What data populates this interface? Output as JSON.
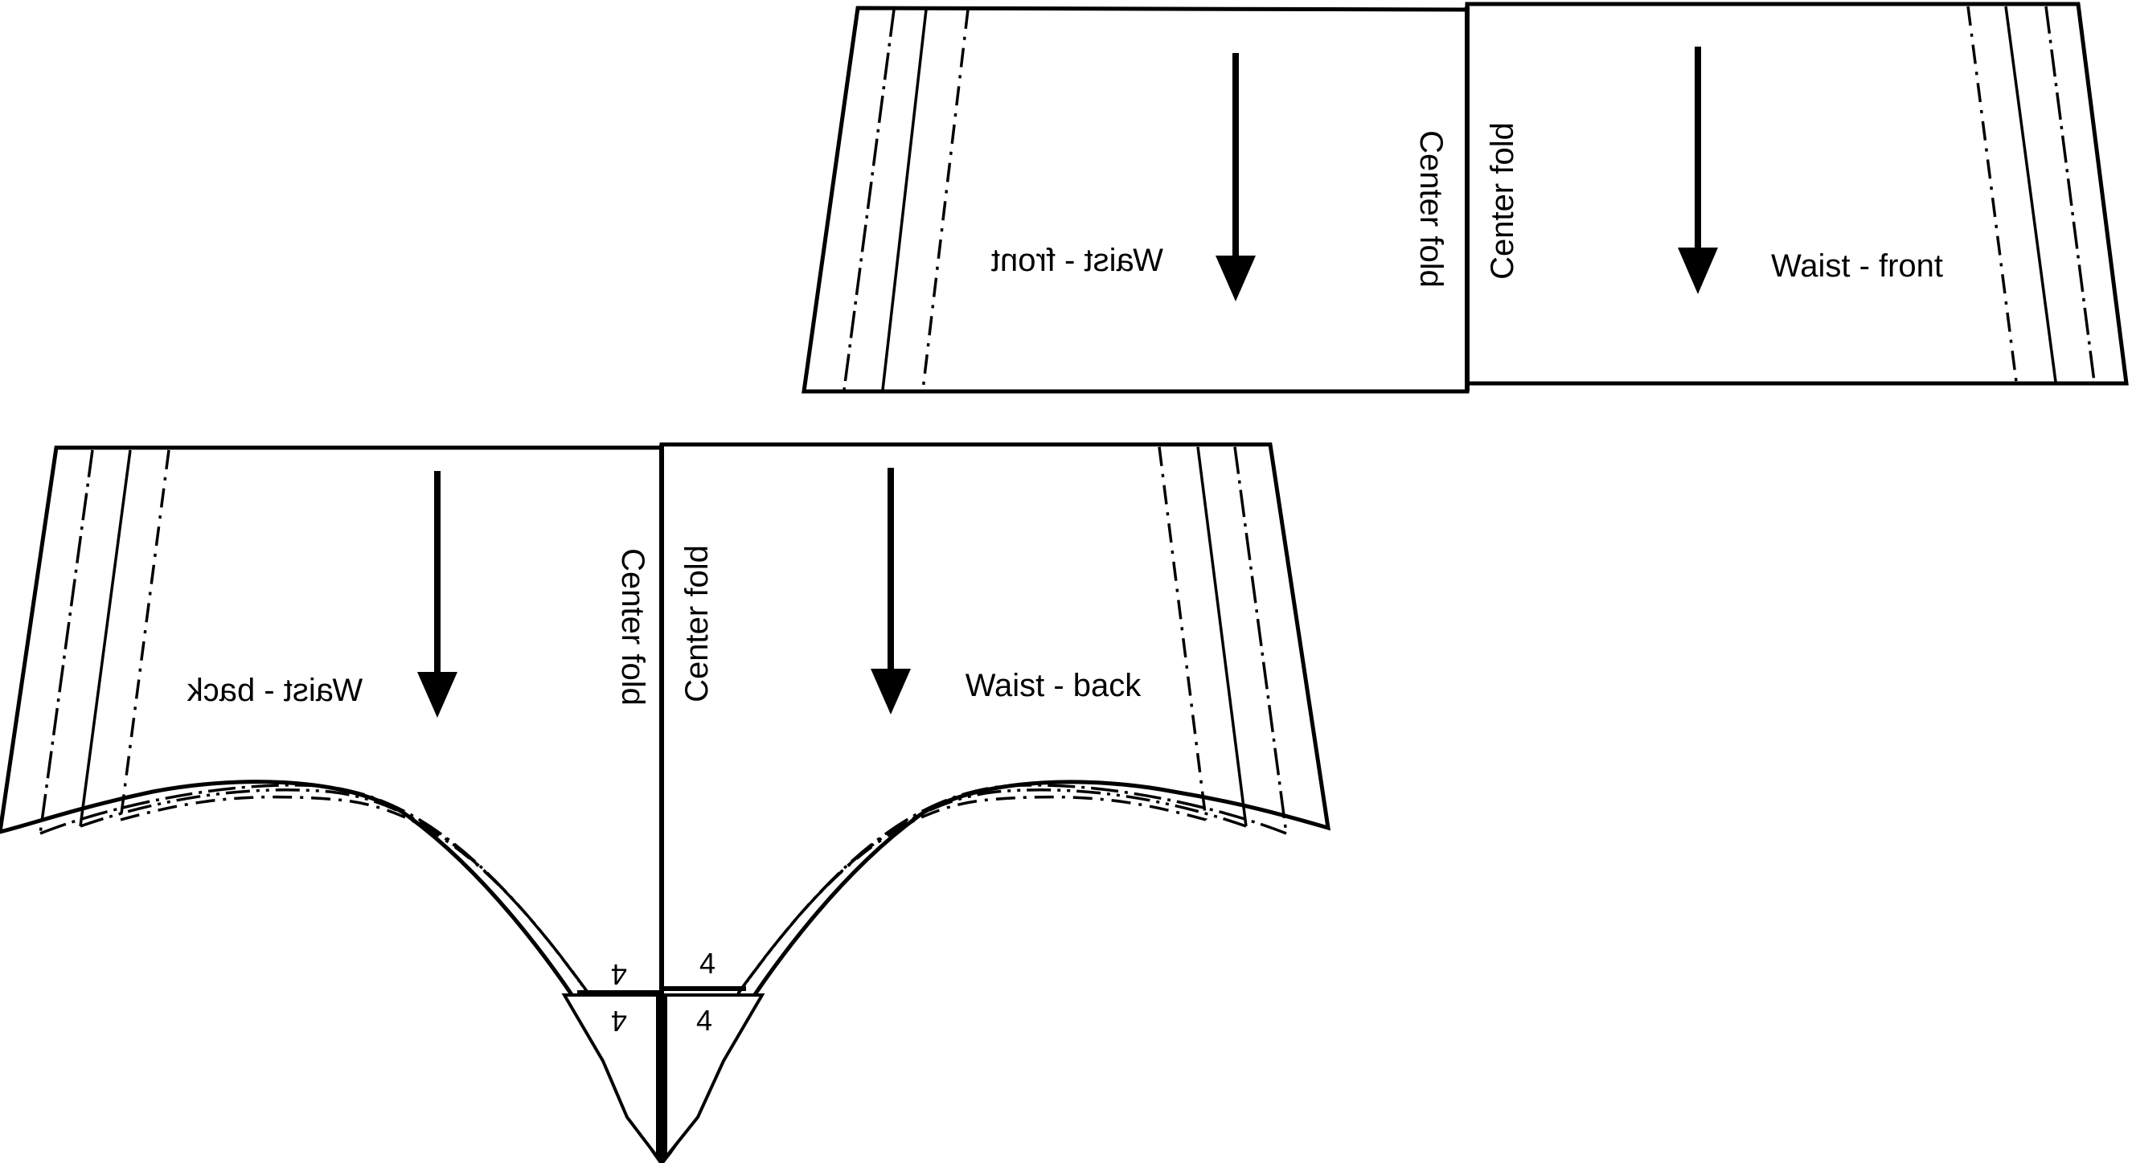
{
  "labels": {
    "waist_front": "Waist - front",
    "waist_back": "Waist - back",
    "center_fold": "Center fold",
    "notch": "4"
  },
  "colors": {
    "ink": "#000000",
    "paper": "#ffffff"
  }
}
